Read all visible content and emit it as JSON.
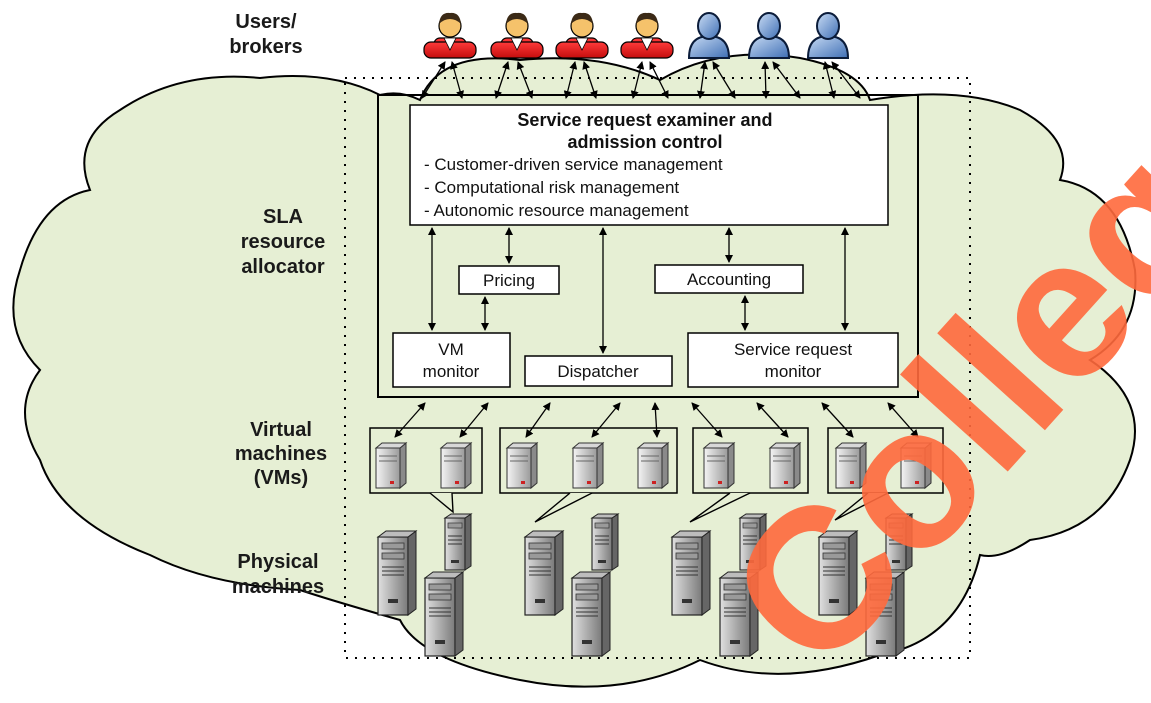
{
  "levels": {
    "users": [
      "Users/",
      "brokers"
    ],
    "sla": [
      "SLA",
      "resource",
      "allocator"
    ],
    "vms": [
      "Virtual",
      "machines",
      "(VMs)"
    ],
    "physical": [
      "Physical",
      "machines"
    ]
  },
  "examiner": {
    "title_line1": "Service request examiner and",
    "title_line2": "admission control",
    "items": [
      "- Customer-driven service management",
      "- Computational risk management",
      "- Autonomic resource management"
    ]
  },
  "components": {
    "pricing": "Pricing",
    "accounting": "Accounting",
    "vm_monitor": [
      "VM",
      "monitor"
    ],
    "dispatcher": "Dispatcher",
    "service_request_monitor": [
      "Service request",
      "monitor"
    ]
  },
  "watermark": "College",
  "colors": {
    "cloud_fill": "#e6efd4",
    "cloud_stroke": "#000000",
    "user_red": "#e31d1d",
    "user_blue": "#7aa2d8",
    "watermark": "#ff6a3d"
  },
  "icons": {
    "red_user": "person-red-icon",
    "blue_user": "person-blue-icon",
    "server": "server-icon",
    "tower": "tower-server-icon"
  }
}
